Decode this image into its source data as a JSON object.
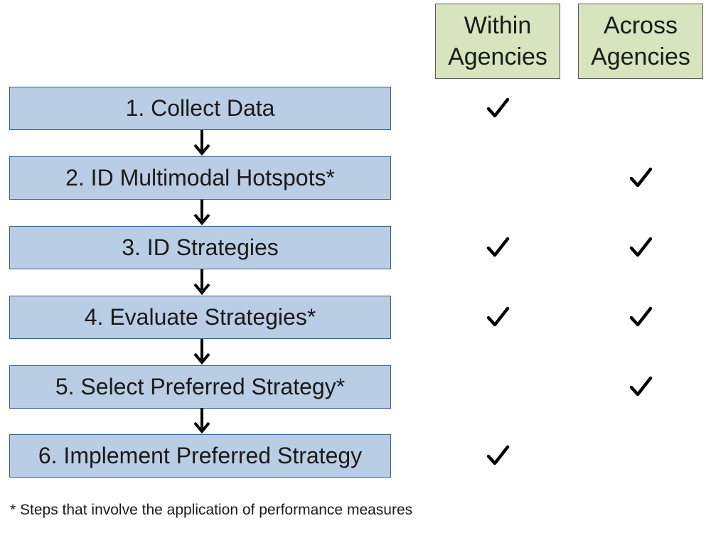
{
  "columns": [
    {
      "id": "within",
      "label": "Within Agencies",
      "line1": "Within",
      "line2": "Agencies"
    },
    {
      "id": "across",
      "label": "Across Agencies",
      "line1": "Across",
      "line2": "Agencies"
    }
  ],
  "steps": [
    {
      "label": "1. Collect Data",
      "within": true,
      "across": false
    },
    {
      "label": "2. ID Multimodal Hotspots*",
      "within": false,
      "across": true
    },
    {
      "label": "3. ID Strategies",
      "within": true,
      "across": true
    },
    {
      "label": "4. Evaluate Strategies*",
      "within": true,
      "across": true
    },
    {
      "label": "5. Select Preferred Strategy*",
      "within": false,
      "across": true
    },
    {
      "label": "6. Implement Preferred Strategy",
      "within": true,
      "across": false
    }
  ],
  "footnote": "* Steps that involve the application of performance measures",
  "colors": {
    "step_fill": "#b9cde5",
    "step_border": "#385d8a",
    "header_fill": "#d7e4bd",
    "header_border": "#5a5a5a"
  }
}
